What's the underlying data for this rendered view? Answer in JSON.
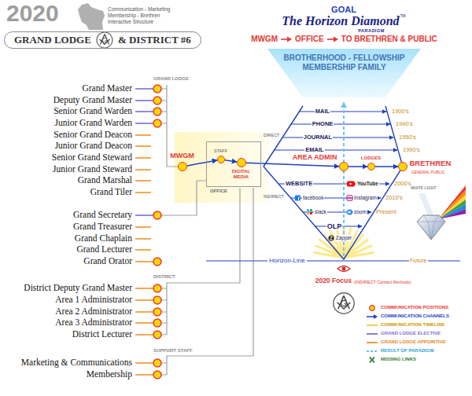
{
  "diagram": {
    "title": "2020",
    "nodes": [
      {
        "text": [
          "GRAND LODGE",
          "& DISTRICT #6"
        ]
      },
      {
        "text": [
          "BROTHERHOOD - FELLOWSHIP MEMBERSHIP FAMILY"
        ]
      },
      {
        "text": [
          "MWGM"
        ]
      },
      {
        "text": [
          "OFFICE"
        ]
      },
      {
        "text": [
          "STAFF"
        ],
        "in": 3
      },
      {
        "text": [
          "DIGITAL MEDIA"
        ],
        "in": 3
      },
      {
        "text": [
          "AREA ADMIN"
        ]
      },
      {
        "text": [
          "LODGES"
        ]
      },
      {
        "text": [
          "BRETHREN",
          "GENERAL PUBLIC"
        ]
      }
    ],
    "edges": [
      {
        "from": 2,
        "to": 4,
        "arrow": "to"
      },
      {
        "from": 4,
        "to": 5,
        "arrow": "to"
      },
      {
        "from": 5,
        "to": 6,
        "arrow": "to"
      },
      {
        "from": 6,
        "to": 7,
        "arrow": "to"
      },
      {
        "from": 7,
        "to": 8,
        "arrow": "to"
      }
    ],
    "labels": [
      "Communication - Marketing Membership - Brethren Interactive Structure",
      "GOAL",
      "The Horizon Diamond",
      "TM",
      "PARADIGM",
      "MWGM",
      "OFFICE",
      "TO BRETHREN & PUBLIC",
      "GRAND LODGE",
      "Grand Master",
      "Deputy Grand Master",
      "Senior Grand Warden",
      "Junior Grand Warden",
      "Senior Grand Deacon",
      "Junior Grand Deacon",
      "Senior Grand Steward",
      "Junior Grand Steward",
      "Grand Marshal",
      "Grand Tiler",
      "Grand Secretary",
      "Grand Treasurer",
      "Grand Chaplain",
      "Grand Lecturer",
      "Grand Orator",
      "DISTRICT",
      "District Deputy Grand Master",
      "Area 1 Administrator",
      "Area 2 Administrator",
      "Area 3 Administrator",
      "District Lecturer",
      "SUPPORT STAFF",
      "Marketing & Communications",
      "Membership",
      "MAIL",
      "PHONE",
      "JOURNAL",
      "EMAIL",
      "WEBSITE",
      "facebook",
      "slack",
      "OLP",
      "Zapper",
      "YouTube",
      "Instagram",
      "zoom",
      "1900's",
      "1940's",
      "1950's",
      "1990's",
      "2000's",
      "2010's",
      "Present",
      "Future",
      "DIRECT",
      "INDIRECT",
      "Horizon-Line",
      "2020 Focus",
      "(INDIRECT Contact Methods)",
      "WHITE LIGHT"
    ],
    "legend": [
      {
        "text": "COMMUNICATION POSITIONS"
      },
      {
        "text": "COMMUNICATION CHANNELS"
      },
      {
        "text": "COMMUNICATION TIMELINE"
      },
      {
        "text": "GRAND LODGE ELECTIVE"
      },
      {
        "text": "GRAND LODGE APPOINTIVE"
      },
      {
        "text": "RESULT OF PARADIGM"
      },
      {
        "text": "MISSING LINKS"
      }
    ]
  }
}
